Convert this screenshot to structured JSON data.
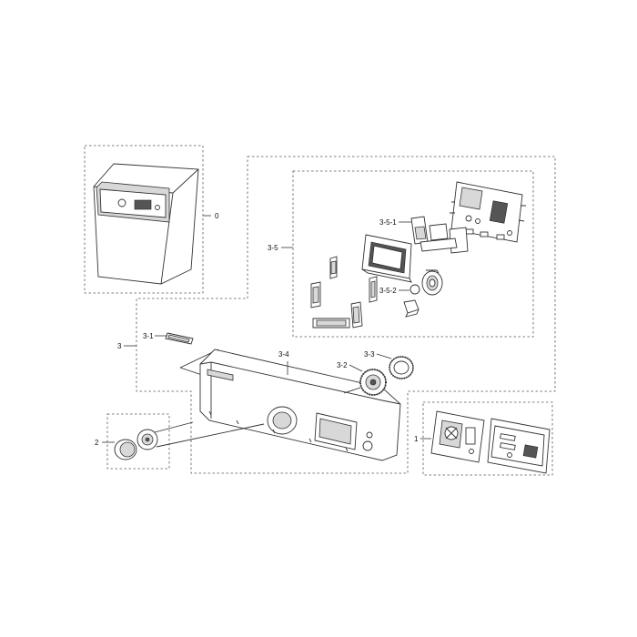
{
  "labels": {
    "part_0": "0",
    "part_1": "1",
    "part_2": "2",
    "part_3": "3",
    "part_3_1": "3-1",
    "part_3_2": "3-2",
    "part_3_3": "3-3",
    "part_3_4": "3-4",
    "part_3_5": "3-5",
    "part_3_5_1": "3-5-1",
    "part_3_5_2": "3-5-2"
  }
}
